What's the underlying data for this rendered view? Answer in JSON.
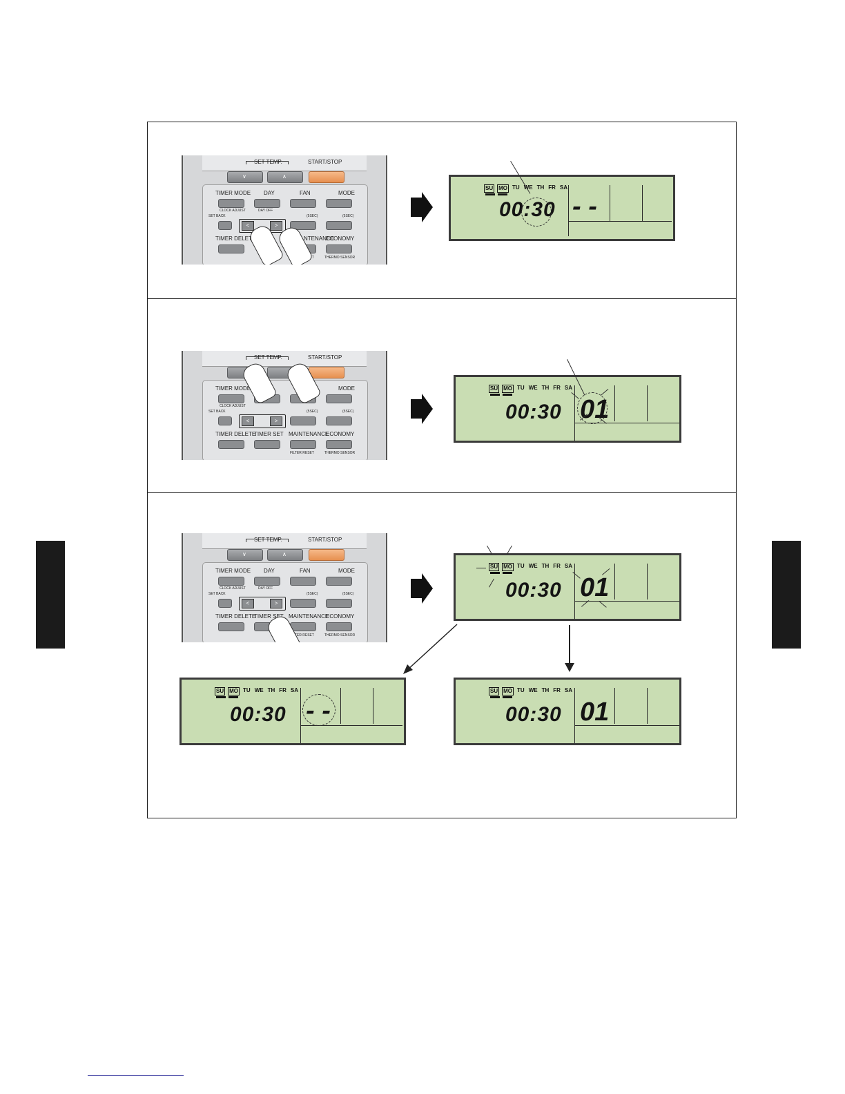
{
  "remote": {
    "set_temp": "SET TEMP.",
    "start_stop": "START/STOP",
    "timer_mode": "TIMER MODE",
    "day": "DAY",
    "fan": "FAN",
    "mode": "MODE",
    "clock_adjust": "CLOCK ADJUST",
    "day_off": "DAY OFF",
    "set_back": "SET BACK",
    "sec1": "(5SEC)",
    "sec2": "(5SEC)",
    "timer_delete": "TIMER DELETE",
    "timer_set": "TIMER SET",
    "maintenance": "MAINTENANCE",
    "maintenance_partial": "NTENANCE",
    "economy": "ECONOMY",
    "filter_reset": "FILTER RESET",
    "thermo_sensor": "THERMO SENSOR",
    "down_glyph": "∨",
    "up_glyph": "∧",
    "left_glyph": "<",
    "right_glyph": ">"
  },
  "days": [
    "SU",
    "MO",
    "TU",
    "WE",
    "TH",
    "FR",
    "SA"
  ],
  "lcd1": {
    "time": "00:30",
    "value": "- -"
  },
  "lcd2": {
    "time": "00:30",
    "value": "01"
  },
  "lcd3": {
    "time": "00:30",
    "value": "01"
  },
  "lcd4": {
    "time": "00:30",
    "value": "- -"
  },
  "lcd5": {
    "time": "00:30",
    "value": "01"
  },
  "colors": {
    "lcd_bg": "#c9ddb3",
    "start_button": "#e79050",
    "side_tab": "#1b1b1b"
  }
}
